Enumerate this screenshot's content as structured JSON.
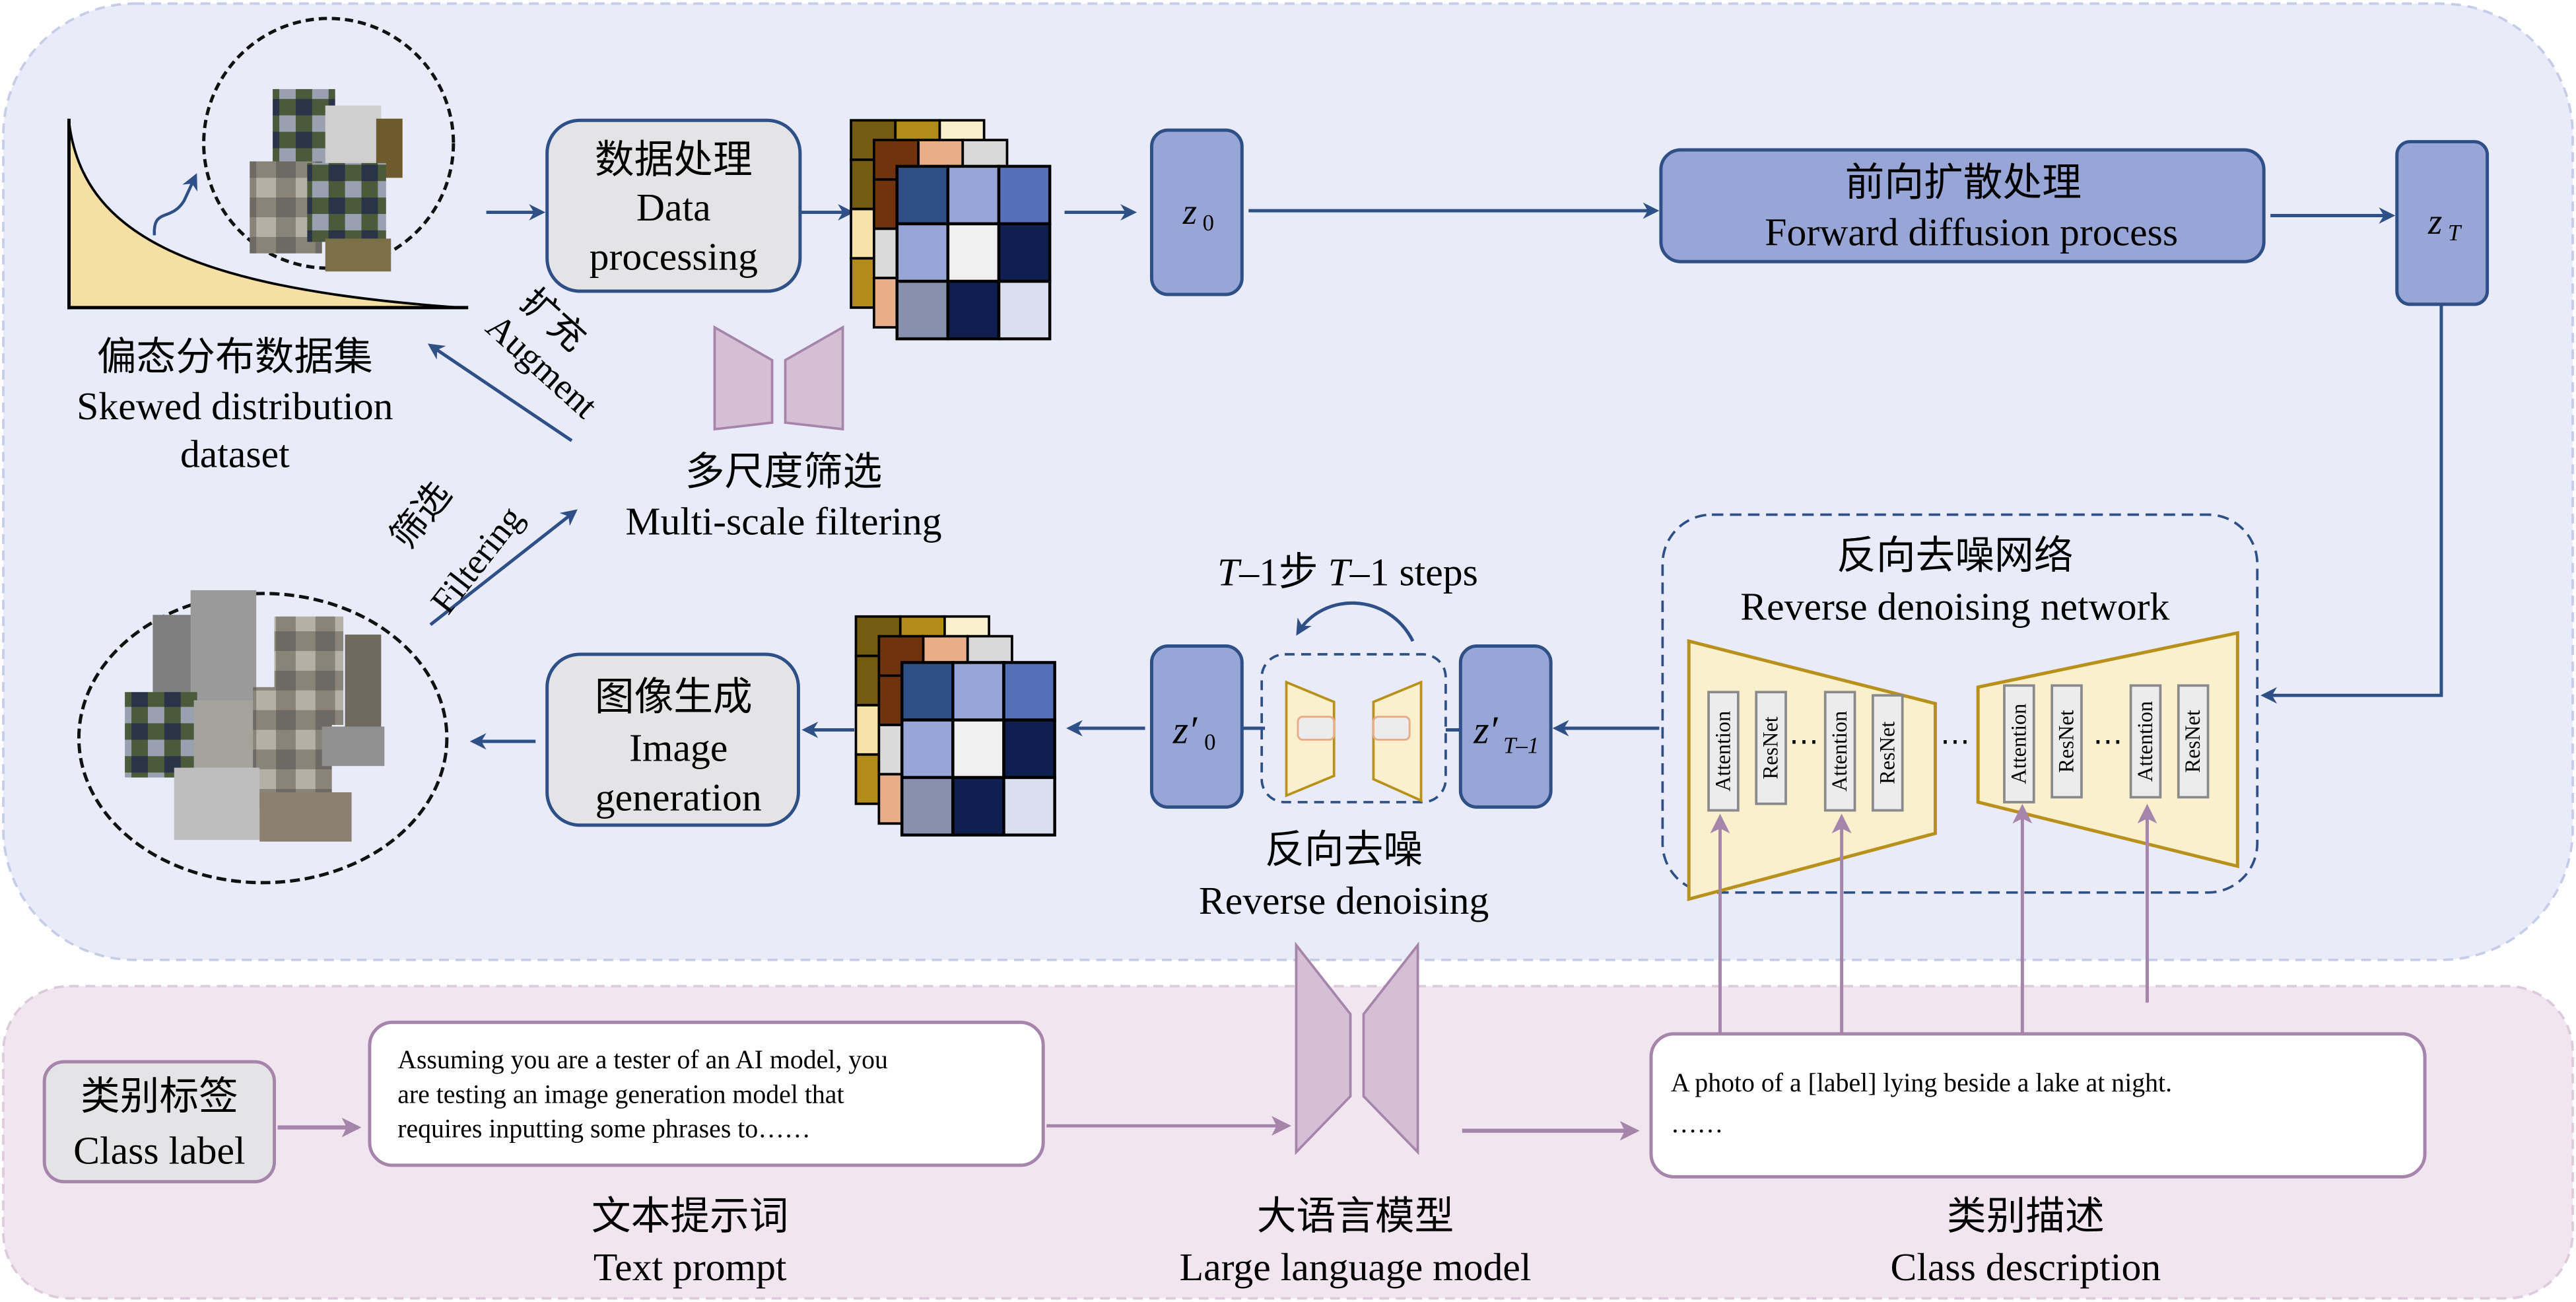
{
  "colors": {
    "top_panel_bg": "#e9ecf8",
    "top_panel_border": "#c5cde8",
    "bottom_panel_bg": "#f1e6f0",
    "bottom_panel_border": "#ddcbdd",
    "blue_stroke": "#2e5087",
    "latent_fill": "#97a6d6",
    "gray_box": "#e4e4e6",
    "purple": "#a685ab",
    "purple_fill": "#d5bfd5",
    "unet_fill": "#fbf0cd",
    "unet_stroke": "#b8911c",
    "curve_fill": "#f5e0a3"
  },
  "top": {
    "dataset": {
      "zh": "偏态分布数据集",
      "en_line1": "Skewed distribution",
      "en_line2": "dataset"
    },
    "data_processing": {
      "zh": "数据处理",
      "en_line1": "Data",
      "en_line2": "processing"
    },
    "z0": {
      "base": "z",
      "sub": "0"
    },
    "forward": {
      "zh": "前向扩散处理",
      "en": "Forward diffusion process"
    },
    "zT": {
      "base": "z",
      "sub": "T"
    },
    "augment": {
      "zh": "扩充",
      "en": "Augment"
    },
    "filtering": {
      "zh": "筛选",
      "en": "Filtering"
    },
    "multiscale": {
      "zh": "多尺度筛选",
      "en": "Multi-scale filtering"
    },
    "steps": {
      "t1": "T",
      "t2": "–1步 ",
      "t3": "T",
      "t4": "–1 steps"
    },
    "z0p": {
      "base": "z′",
      "sub": "0"
    },
    "zTm1p": {
      "base": "z′",
      "sub": "T–1"
    },
    "reverse_denoise": {
      "zh": "反向去噪",
      "en": "Reverse denoising"
    },
    "network": {
      "zh": "反向去噪网络",
      "en": "Reverse denoising network",
      "blocks": [
        "Attention",
        "ResNet",
        "Attention",
        "ResNet",
        "Attention",
        "ResNet",
        "Attention",
        "ResNet"
      ],
      "ellipsis": "⋯"
    },
    "image_generation": {
      "zh": "图像生成",
      "en_line1": "Image",
      "en_line2": "generation"
    },
    "grid_colors": {
      "back": [
        "#735c12",
        "#b28b18",
        "#fbf0cd",
        "#f6e2a6",
        "#e8e0c4",
        "#b28b18"
      ],
      "mid": [
        "#70330e",
        "#e9ad88",
        "#d9d9d9",
        "#dadada",
        "#e9ad88",
        "#e9ad88"
      ],
      "front": [
        "#2e5087",
        "#97a6d6",
        "#5570b8",
        "#97a6d6",
        "#f0f0f0",
        "#0f1f4f",
        "#8791ad",
        "#0f1f4f",
        "#dadff0"
      ]
    }
  },
  "bottom": {
    "class_label": {
      "zh": "类别标签",
      "en": "Class label"
    },
    "prompt_text": [
      "Assuming you are a tester of an AI model, you",
      "are testing an image generation model that",
      "requires inputting some phrases to……"
    ],
    "text_prompt": {
      "zh": "文本提示词",
      "en": "Text prompt"
    },
    "llm": {
      "zh": "大语言模型",
      "en": "Large language model"
    },
    "class_desc_text": [
      "A photo of a [label] lying beside a lake at night.",
      "……"
    ],
    "class_desc": {
      "zh": "类别描述",
      "en": "Class description"
    }
  }
}
